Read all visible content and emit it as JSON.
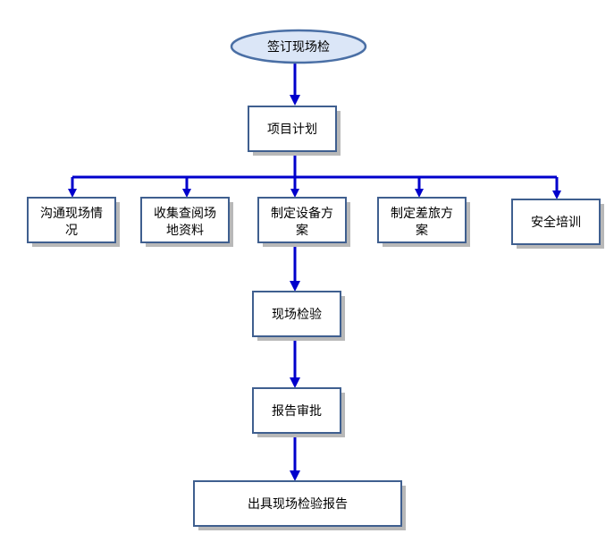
{
  "colors": {
    "arrow": "#0000cc",
    "box_border": "#3f5f8f",
    "oval_fill": "#dbe6f7",
    "oval_border": "#4a6fa5",
    "shadow": "#b8b8b8"
  },
  "nodes": {
    "start": "签订现场检",
    "plan": "项目计划",
    "communicate": [
      "沟通现场情",
      "况"
    ],
    "collect": [
      "收集查阅场",
      "地资料"
    ],
    "equipment": [
      "制定设备方",
      "案"
    ],
    "travel": [
      "制定差旅方",
      "案"
    ],
    "safety": "安全培训",
    "inspect": "现场检验",
    "approve": "报告审批",
    "report": "出具现场检验报告"
  }
}
